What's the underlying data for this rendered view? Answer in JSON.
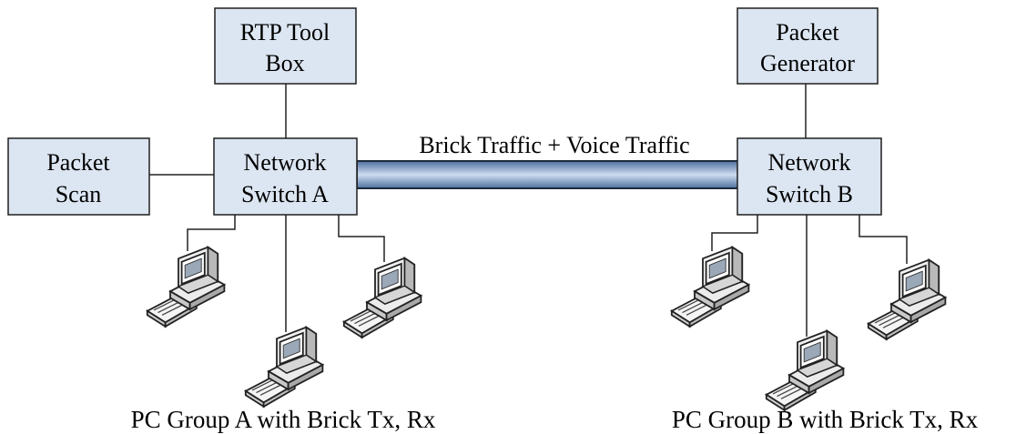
{
  "nodes": {
    "rtp_toolbox": {
      "lines": [
        "RTP Tool",
        "Box"
      ]
    },
    "packet_generator": {
      "lines": [
        "Packet",
        "Generator"
      ]
    },
    "packet_scan": {
      "lines": [
        "Packet",
        "Scan"
      ]
    },
    "switch_a": {
      "lines": [
        "Network",
        "Switch A"
      ]
    },
    "switch_b": {
      "lines": [
        "Network",
        "Switch B"
      ]
    }
  },
  "trunk": {
    "label": "Brick Traffic + Voice Traffic"
  },
  "groups": {
    "a": {
      "caption": "PC Group A with Brick Tx, Rx",
      "pc_icon": "desktop-computer-icon"
    },
    "b": {
      "caption": "PC Group B with Brick Tx, Rx",
      "pc_icon": "desktop-computer-icon"
    }
  },
  "colors": {
    "box_fill": "#dce6f2",
    "box_stroke": "#1f1f1f",
    "trunk_light": "#c9d9ee",
    "trunk_dark": "#5a7aa6",
    "trunk_stroke": "#1c2a3d",
    "pc_fill": "#f4f4f4"
  }
}
